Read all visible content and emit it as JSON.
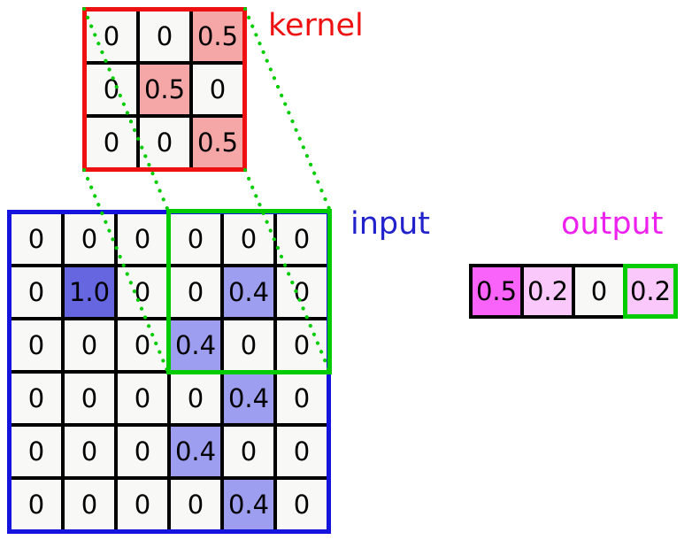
{
  "labels": {
    "kernel": "kernel",
    "input": "input",
    "output": "output"
  },
  "kernel": {
    "cells": [
      [
        "0",
        "0",
        "0.5"
      ],
      [
        "0",
        "0.5",
        "0"
      ],
      [
        "0",
        "0",
        "0.5"
      ]
    ]
  },
  "input": {
    "cells": [
      [
        "0",
        "0",
        "0",
        "0",
        "0",
        "0"
      ],
      [
        "0",
        "1.0",
        "0",
        "0",
        "0.4",
        "0"
      ],
      [
        "0",
        "0",
        "0",
        "0.4",
        "0",
        "0"
      ],
      [
        "0",
        "0",
        "0",
        "0",
        "0.4",
        "0"
      ],
      [
        "0",
        "0",
        "0",
        "0.4",
        "0",
        "0"
      ],
      [
        "0",
        "0",
        "0",
        "0",
        "0.4",
        "0"
      ]
    ]
  },
  "output": {
    "cells": [
      "0.5",
      "0.2",
      "0",
      "0.2"
    ]
  },
  "colors": {
    "kernel-frame": "#ee1111",
    "kernel-label": "#ee1111",
    "input-frame": "#1414dd",
    "input-label": "#2222cc",
    "output-label": "#ee22ee",
    "highlight-green": "#00cc00",
    "grid-line": "#000000",
    "cell-bg": "#f8f8f7",
    "pink-cell": "#f5a6a6",
    "blue-strong-cell": "#6666e0",
    "blue-light-cell": "#9e9ef0",
    "magenta-strong-cell": "#fa63fa",
    "magenta-light-cell": "#fbc8fb"
  }
}
